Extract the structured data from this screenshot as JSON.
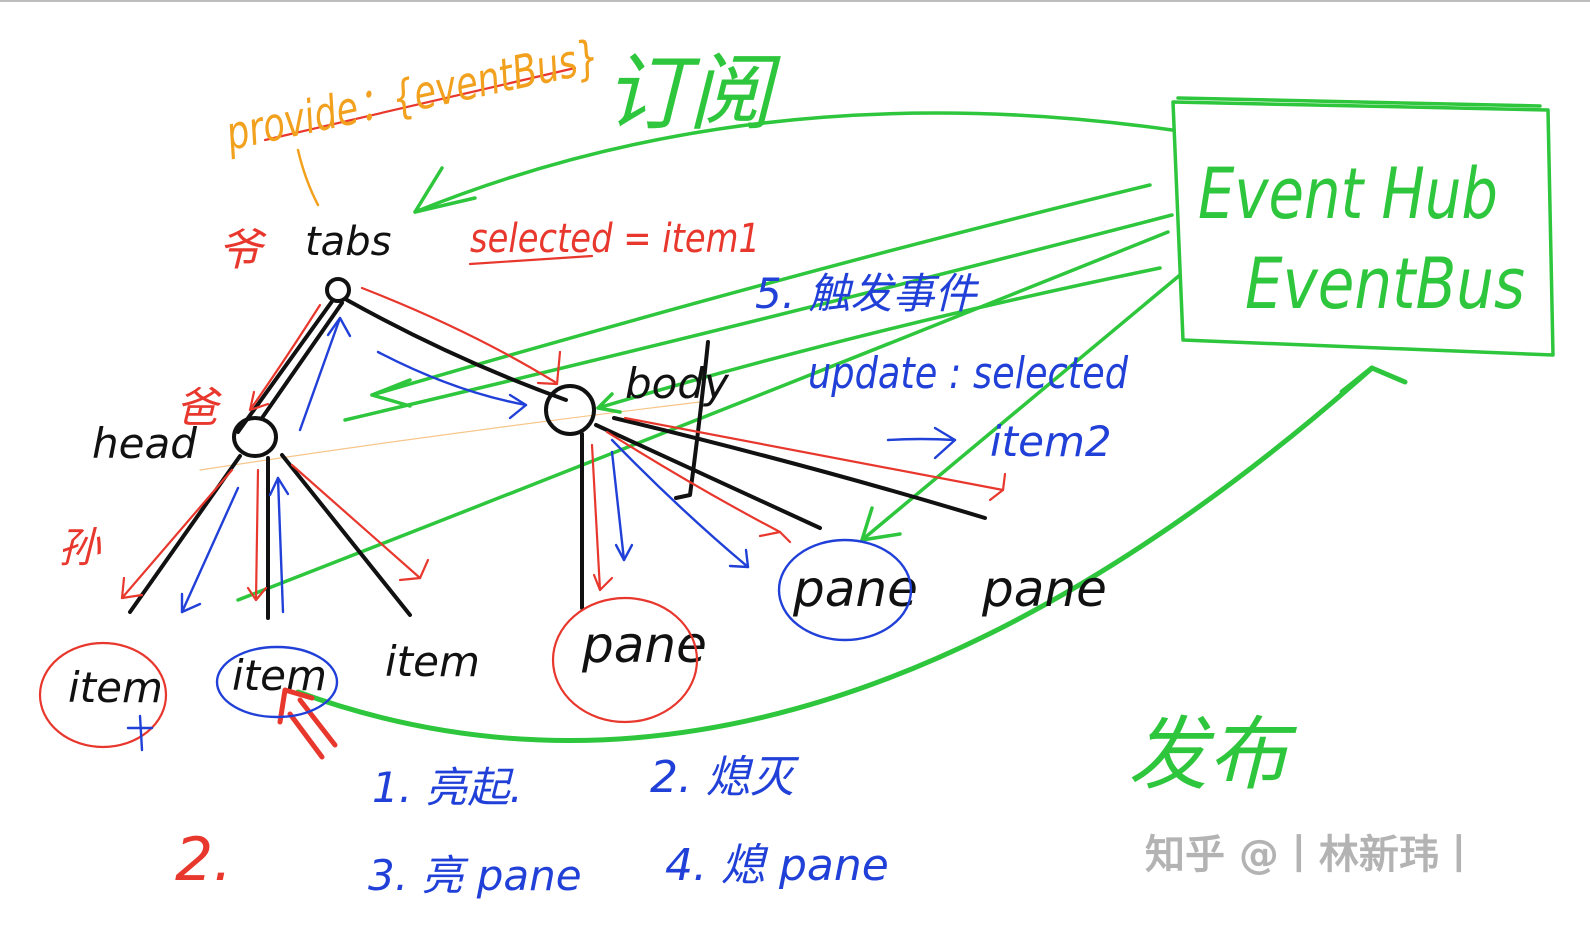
{
  "colors": {
    "green": "#2ec63c",
    "red": "#e8372d",
    "blue": "#2040d8",
    "orange": "#f2a11f",
    "ink": "#111111",
    "watermark": "#9a9a9a"
  },
  "annotations": {
    "provide": "provide：{eventBus}",
    "subscribe": "订阅",
    "publish": "发布",
    "grandpa": "爷",
    "dad": "爸",
    "grandson": "孙",
    "selected": "selected = item1",
    "trigger": "5. 触发事件",
    "update": "update : selected",
    "next_item": "item2",
    "step1": "1. 亮起.",
    "step2": "2. 熄灭",
    "step2_red": "2.",
    "step3": "3. 亮 pane",
    "step4": "4. 熄 pane"
  },
  "nodes": {
    "tabs": "tabs",
    "head": "head",
    "body": "body",
    "items": [
      "item",
      "item",
      "item"
    ],
    "panes": [
      "pane",
      "pane",
      "pane"
    ]
  },
  "event_box": {
    "line1": "Event Hub",
    "line2": "EventBus"
  },
  "watermark": "知乎 @丨林新玮丨"
}
